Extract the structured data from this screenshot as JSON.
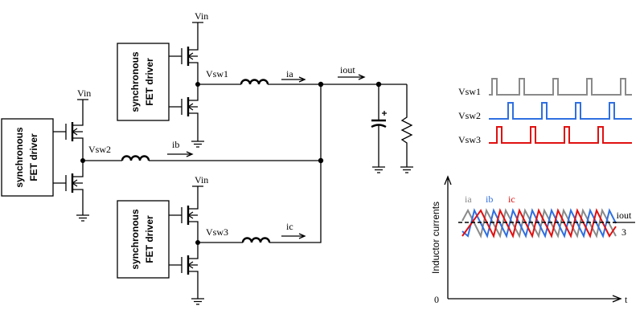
{
  "driver_label_line1": "synchronous",
  "driver_label_line2": "FET driver",
  "supply_label": "Vin",
  "nodes": {
    "vsw1": "Vsw1",
    "vsw2": "Vsw2",
    "vsw3": "Vsw3"
  },
  "currents": {
    "ia": "ia",
    "ib": "ib",
    "ic": "ic",
    "iout": "iout"
  },
  "waveforms": {
    "labels": [
      "Vsw1",
      "Vsw2",
      "Vsw3"
    ],
    "colors": [
      "#8a8a8a",
      "#2f6fe0",
      "#e01010"
    ]
  },
  "current_plot": {
    "y_axis_label": "Inductor currents",
    "x_axis_label": "t",
    "origin_label": "0",
    "legend": [
      "ia",
      "ib",
      "ic"
    ],
    "avg_numerator": "iout",
    "avg_denominator": "3"
  }
}
